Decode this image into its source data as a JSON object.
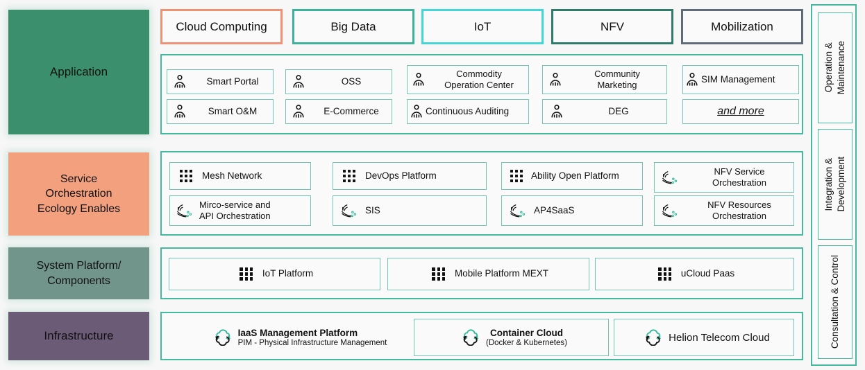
{
  "layers": [
    {
      "id": "application",
      "label": "Application",
      "color": "#3c8f6c"
    },
    {
      "id": "service-orchestration",
      "label": "Service\nOrchestration\nEcology Enables",
      "color": "#f2a07e"
    },
    {
      "id": "system-platform",
      "label": "System Platform/\nComponents",
      "color": "#71948b"
    },
    {
      "id": "infrastructure",
      "label": "Infrastructure",
      "color": "#6b5b77"
    }
  ],
  "tabs": [
    {
      "label": "Cloud Computing",
      "color": "#ef9274"
    },
    {
      "label": "Big Data",
      "color": "#3bb39a"
    },
    {
      "label": "IoT",
      "color": "#42d6d6"
    },
    {
      "label": "NFV",
      "color": "#2f7a68"
    },
    {
      "label": "Mobilization",
      "color": "#5f6b78"
    }
  ],
  "application_items": [
    {
      "label": "Smart Portal",
      "icon": "person-icon"
    },
    {
      "label": "OSS",
      "icon": "person-icon"
    },
    {
      "label": "Commodity\nOperation Center",
      "icon": "person-icon"
    },
    {
      "label": "Community\nMarketing",
      "icon": "person-icon"
    },
    {
      "label": "SIM Management",
      "icon": "person-icon"
    },
    {
      "label": "Smart O&M",
      "icon": "person-icon"
    },
    {
      "label": "E-Commerce",
      "icon": "person-icon"
    },
    {
      "label": "Continuous Auditing",
      "icon": "person-icon"
    },
    {
      "label": "DEG",
      "icon": "person-icon"
    },
    {
      "label": "and more",
      "icon": "none"
    }
  ],
  "service_items": [
    {
      "label": "Mesh Network",
      "icon": "dot-grid-icon"
    },
    {
      "label": "DevOps Platform",
      "icon": "dot-grid-icon"
    },
    {
      "label": "Ability Open Platform",
      "icon": "dot-grid-icon"
    },
    {
      "label": "NFV Service\nOrchestration",
      "icon": "arcs-icon"
    },
    {
      "label": "Mirco-service and\nAPI Orchestration",
      "icon": "arcs-icon"
    },
    {
      "label": "SIS",
      "icon": "arcs-icon"
    },
    {
      "label": "AP4SaaS",
      "icon": "arcs-icon"
    },
    {
      "label": "NFV Resources\nOrchestration",
      "icon": "arcs-icon"
    }
  ],
  "platform_items": [
    {
      "label": "IoT Platform",
      "icon": "dot-grid-icon"
    },
    {
      "label": "Mobile Platform MEXT",
      "icon": "dot-grid-icon"
    },
    {
      "label": "uCloud Paas",
      "icon": "dot-grid-icon"
    }
  ],
  "infrastructure_items": [
    {
      "title": "IaaS Management Platform",
      "subtitle": "PIM - Physical Infrastructure Management",
      "icon": "cloud-icon",
      "bordered": false
    },
    {
      "title": "Container Cloud",
      "subtitle": "(Docker & Kubernetes)",
      "icon": "cloud-icon",
      "bordered": true
    },
    {
      "title": "Helion Telecom Cloud",
      "subtitle": "",
      "icon": "cloud-icon",
      "bordered": true
    }
  ],
  "rail_items": [
    {
      "label": "Operation &\nMaintenance"
    },
    {
      "label": "Integration &\nDevelopment"
    },
    {
      "label": "Consultation & Control"
    }
  ],
  "theme": {
    "accent": "#45b99b",
    "card_border": "#72c5b0",
    "card_bg": "#fafafa",
    "page_bg": "#f7f7f7",
    "text": "#111111",
    "icon_teal": "#2fb89a"
  }
}
